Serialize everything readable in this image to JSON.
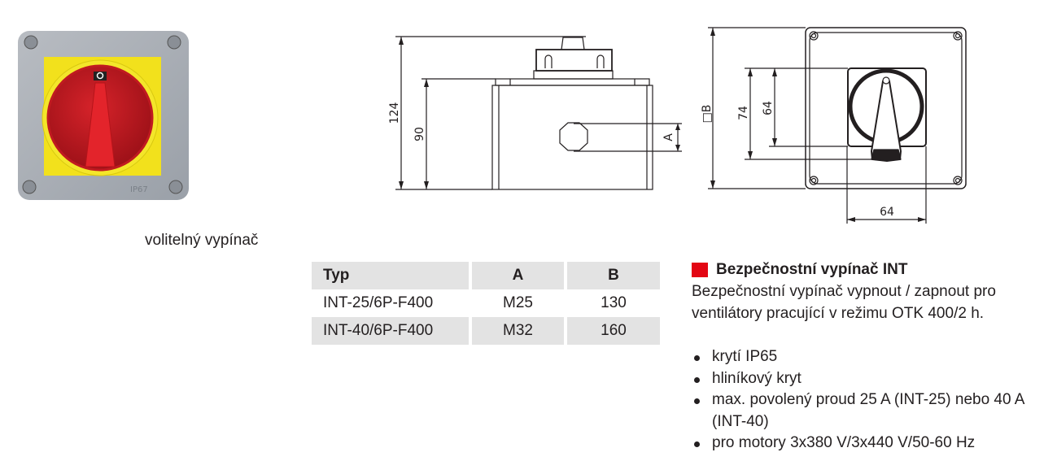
{
  "photo": {
    "caption": "volitelný vypínač",
    "logo_text": "IP67"
  },
  "side_drawing": {
    "dim_total": "124",
    "dim_body": "90",
    "dim_hole": "A"
  },
  "front_drawing": {
    "dim_box": "□B",
    "dim_outer": "74",
    "dim_inner": "64",
    "dim_width": "64"
  },
  "table": {
    "headers": [
      "Typ",
      "A",
      "B"
    ],
    "rows": [
      [
        "INT-25/6P-F400",
        "M25",
        "130"
      ],
      [
        "INT-40/6P-F400",
        "M32",
        "160"
      ]
    ]
  },
  "description": {
    "title": "Bezpečnostní vypínač INT",
    "text_lines": [
      "Bezpečnostní vypínač vypnout / zapnout pro",
      "ventilátory pracující v režimu OTK 400/2 h."
    ],
    "bullets": [
      "krytí IP65",
      "hliníkový kryt",
      "max. povolený proud 25 A (INT-25) nebo 40 A (INT-40)",
      "pro motory 3x380 V/3x440 V/50-60 Hz"
    ]
  },
  "colors": {
    "accent": "#e30613",
    "table_gray": "#e3e3e3"
  }
}
